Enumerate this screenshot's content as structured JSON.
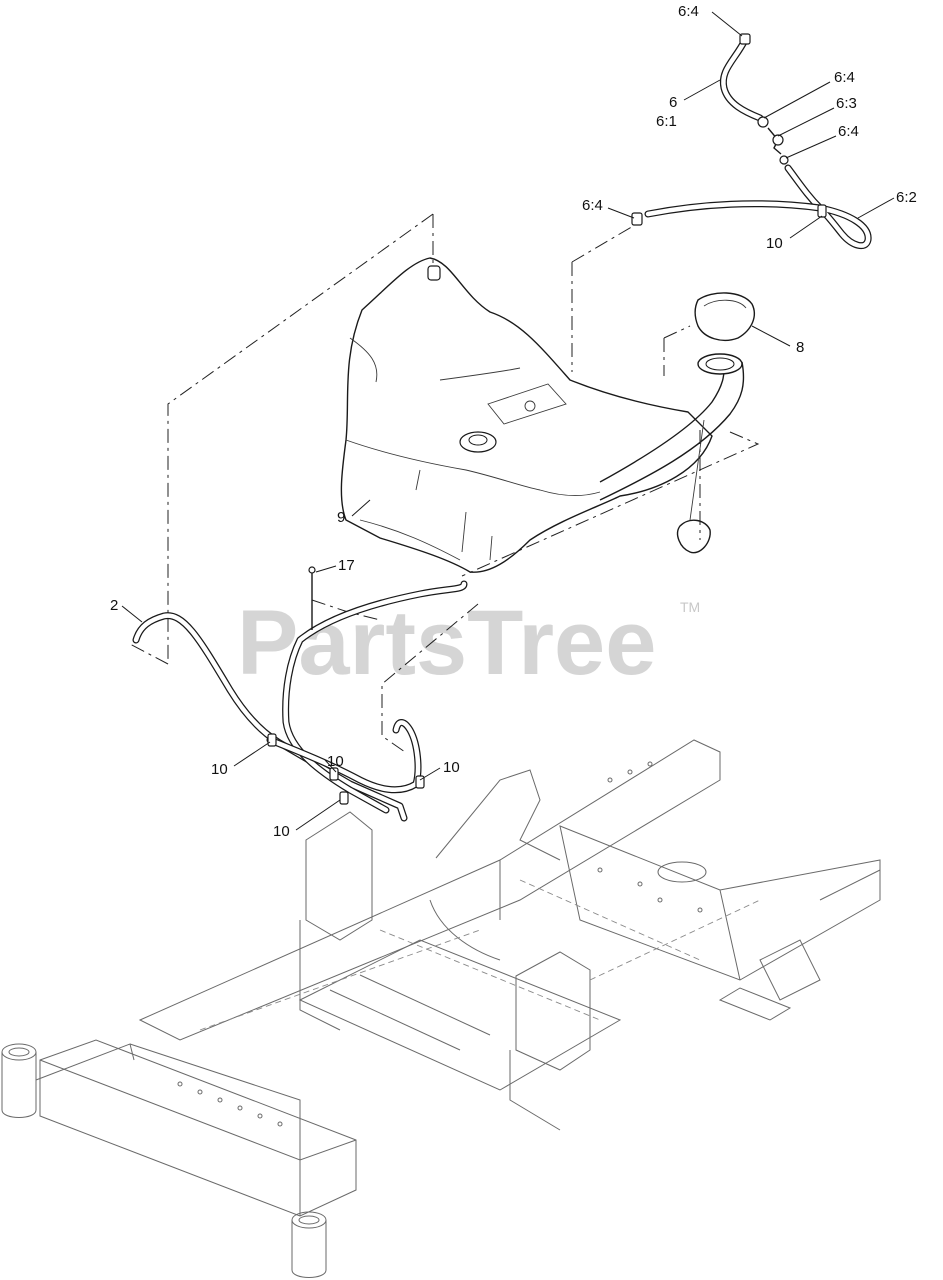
{
  "watermark": {
    "text": "PartsTree",
    "trademark": "TM"
  },
  "callouts": [
    {
      "id": "c-6-4-a",
      "text": "6:4"
    },
    {
      "id": "c-6",
      "text": "6"
    },
    {
      "id": "c-6-1",
      "text": "6:1"
    },
    {
      "id": "c-6-4-b",
      "text": "6:4"
    },
    {
      "id": "c-6-3",
      "text": "6:3"
    },
    {
      "id": "c-6-4-c",
      "text": "6:4"
    },
    {
      "id": "c-6-4-d",
      "text": "6:4"
    },
    {
      "id": "c-6-2",
      "text": "6:2"
    },
    {
      "id": "c-10-a",
      "text": "10"
    },
    {
      "id": "c-8",
      "text": "8"
    },
    {
      "id": "c-9",
      "text": "9"
    },
    {
      "id": "c-17",
      "text": "17"
    },
    {
      "id": "c-2",
      "text": "2"
    },
    {
      "id": "c-10-b",
      "text": "10"
    },
    {
      "id": "c-10-c",
      "text": "10"
    },
    {
      "id": "c-10-d",
      "text": "10"
    },
    {
      "id": "c-10-e",
      "text": "10"
    }
  ]
}
